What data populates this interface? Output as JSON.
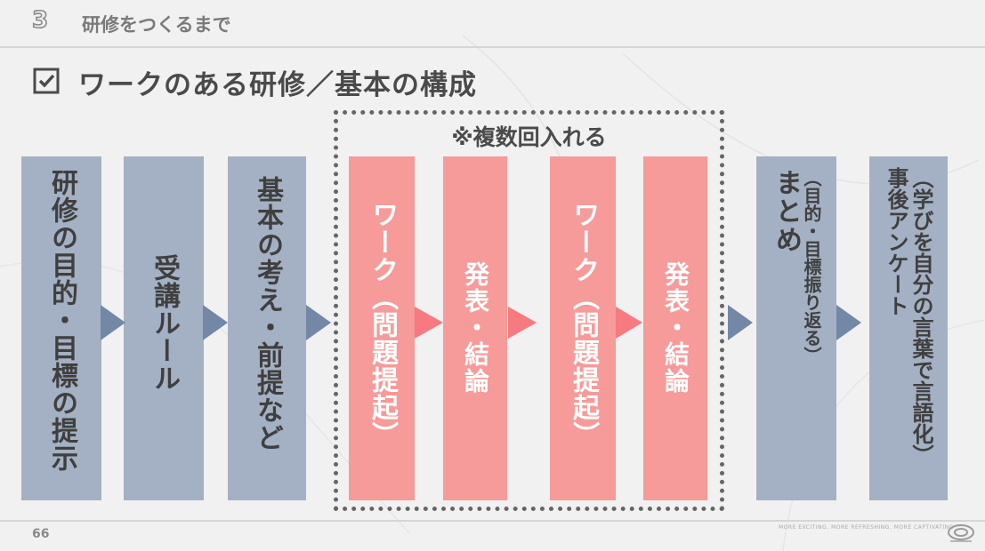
{
  "header": {
    "section_number": "3",
    "section_title": "研修をつくるまで"
  },
  "title": {
    "text": "ワークのある研修／基本の構成",
    "icon": "checkbox-icon"
  },
  "repeat_note": "※複数回入れる",
  "flow": [
    {
      "label": "研修の目的・目標の提示",
      "kind": "fixed"
    },
    {
      "label": "受講ルール",
      "kind": "fixed"
    },
    {
      "label": "基本の考え・前提など",
      "kind": "fixed"
    },
    {
      "label": "ワーク（問題提起）",
      "kind": "repeat"
    },
    {
      "label": "発表・結論",
      "kind": "repeat"
    },
    {
      "label": "ワーク（問題提起）",
      "kind": "repeat"
    },
    {
      "label": "発表・結論",
      "kind": "repeat"
    },
    {
      "label": "まとめ",
      "sub": "（目的・目標振り返る）",
      "kind": "fixed"
    },
    {
      "label": "事後アンケート",
      "sub": "（学びを自分の言葉で言語化）",
      "kind": "fixed"
    }
  ],
  "footer": {
    "page_number": "66",
    "tagline": "MORE EXCITING. MORE REFRESHING. MORE CAPTIVATING"
  },
  "colors": {
    "fixed_card": "#a4b0c3",
    "repeat_card": "#f69a9a",
    "arrow": "#7388a6",
    "repeat_arrow": "#f67a80"
  }
}
